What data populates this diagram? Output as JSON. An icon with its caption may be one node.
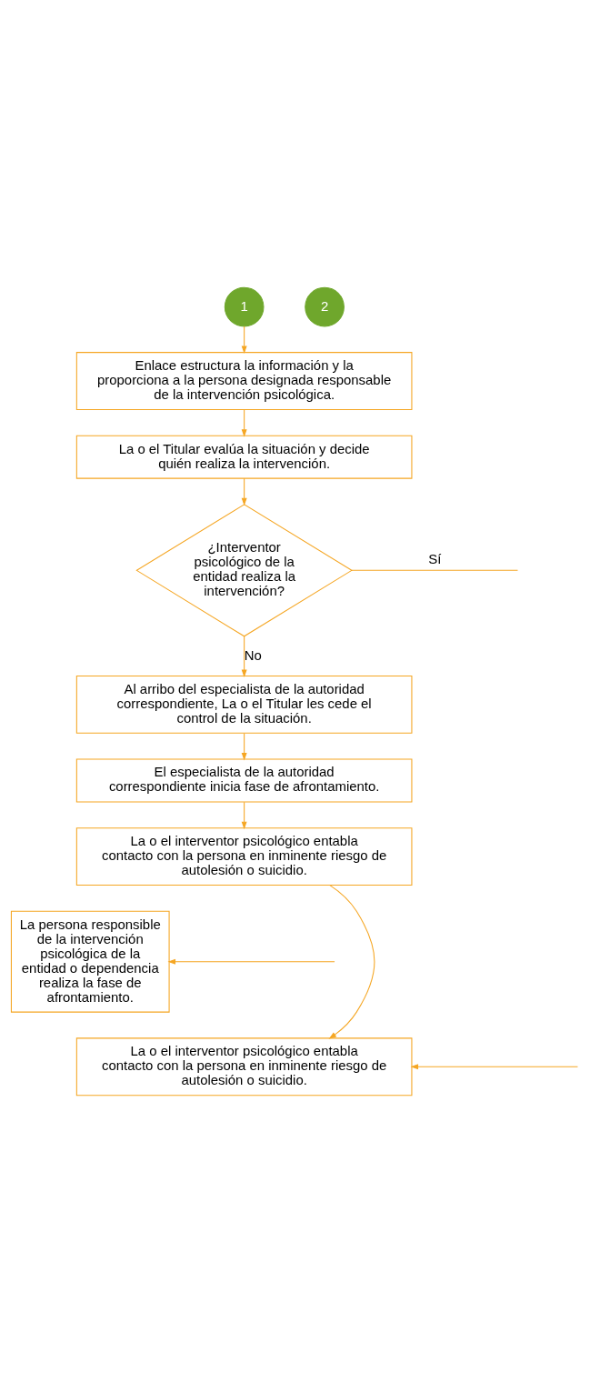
{
  "diagram": {
    "nodes": [
      {
        "text": [
          "1"
        ]
      },
      {
        "text": [
          "Enlace estructura la información y la proporciona a la persona designada responsable de la intervención psicológica."
        ]
      },
      {
        "text": [
          "La o el Titular evalúa la situación y decide quién realiza la intervención."
        ]
      },
      {
        "text": [
          "¿Interventor psicológico de la entidad realiza la intervención?"
        ]
      },
      {
        "text": [
          "Al arribo del especialista de la autoridad correspondiente, La o el Titular les cede el control de la situación."
        ]
      },
      {
        "text": [
          "El especialista de la autoridad correspondiente inicia fase de afrontamiento."
        ]
      },
      {
        "text": [
          "La o el interventor psicológico entabla contacto con la persona en inminente riesgo de autolesión o suicidio."
        ]
      },
      {
        "text": [
          "La persona responsible de la intervención psicológica de la entidad o dependencia realiza la fase de afrontamiento."
        ]
      },
      {
        "text": [
          "La o el interventor psicológico entabla contacto con la persona en inminente riesgo de autolesión o suicidio."
        ]
      },
      {
        "text": [
          "2"
        ]
      }
    ],
    "edges": [
      {
        "from": 0,
        "to": 1,
        "arrow": "to"
      },
      {
        "from": 1,
        "to": 2,
        "arrow": "to"
      },
      {
        "from": 2,
        "to": 3,
        "arrow": "to"
      },
      {
        "from": 3,
        "to": 4,
        "arrow": "to",
        "label": "No"
      },
      {
        "from": 4,
        "to": 5,
        "arrow": "to"
      },
      {
        "from": 5,
        "to": 6,
        "arrow": "to"
      },
      {
        "from": 6,
        "to": 8,
        "arrow": "to"
      },
      {
        "from": 3,
        "to": null,
        "arrow": "none",
        "label": "Sí"
      },
      {
        "from": null,
        "to": 7,
        "arrow": "to"
      },
      {
        "from": null,
        "to": 8,
        "arrow": "to"
      }
    ]
  }
}
